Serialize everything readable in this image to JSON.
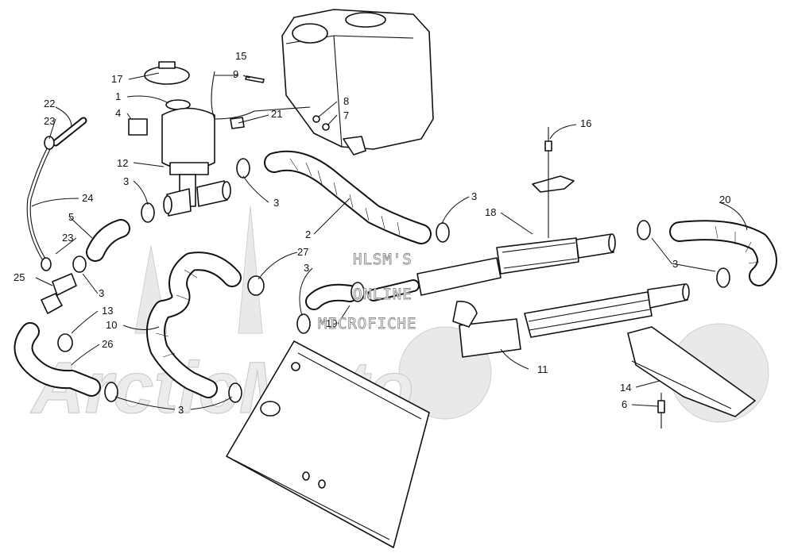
{
  "callouts": {
    "c1": "1",
    "c2": "2",
    "c3a": "3",
    "c3b": "3",
    "c3c": "3",
    "c3d": "3",
    "c3e": "3",
    "c3f": "3",
    "c3g": "3",
    "c4": "4",
    "c5": "5",
    "c6": "6",
    "c7": "7",
    "c8": "8",
    "c9": "9",
    "c10": "10",
    "c11": "11",
    "c12": "12",
    "c13": "13",
    "c14": "14",
    "c15": "15",
    "c16": "16",
    "c17": "17",
    "c18": "18",
    "c19": "19",
    "c20": "20",
    "c21": "21",
    "c22": "22",
    "c23a": "23",
    "c23b": "23",
    "c24": "24",
    "c25": "25",
    "c26": "26",
    "c27": "27"
  },
  "watermark": {
    "line1": "HLSM'S",
    "line2": "ONLINE",
    "line3": "MICROFICHE",
    "logo": "ArcticMoto"
  },
  "colors": {
    "ink": "#111111",
    "paper": "#ffffff",
    "watermark_fill": "#ececec",
    "watermark_stroke": "#8a8a8a"
  }
}
